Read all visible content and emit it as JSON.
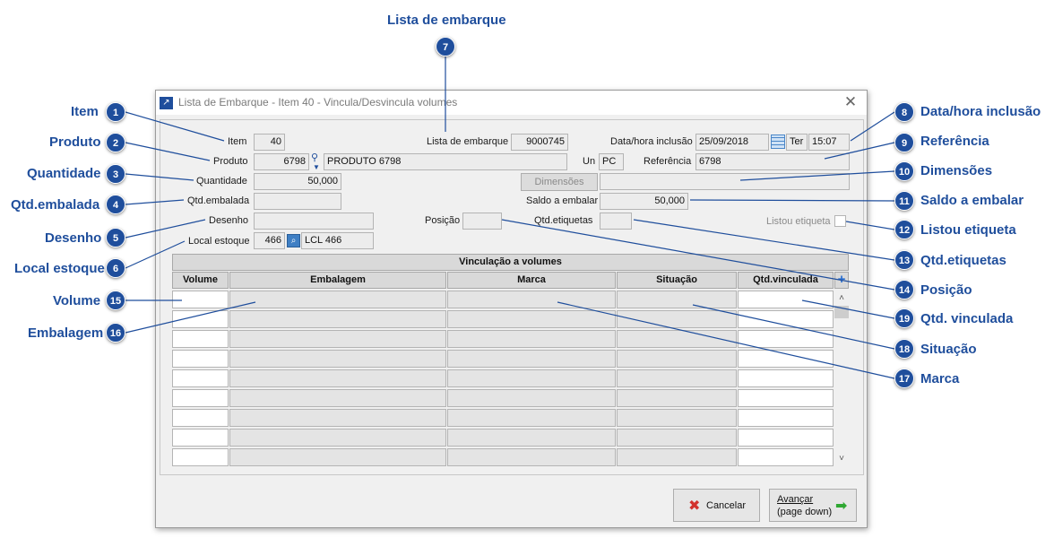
{
  "window": {
    "title": "Lista de Embarque - Item 40 - Vincula/Desvincula volumes",
    "close_glyph": "✕"
  },
  "form": {
    "item_label": "Item",
    "item_value": "40",
    "lista_label": "Lista de embarque",
    "lista_value": "9000745",
    "datahora_label": "Data/hora inclusão",
    "date_value": "25/09/2018",
    "weekday_value": "Ter",
    "time_value": "15:07",
    "produto_label": "Produto",
    "produto_code": "6798",
    "produto_desc": "PRODUTO 6798",
    "un_label": "Un",
    "un_value": "PC",
    "referencia_label": "Referência",
    "referencia_value": "6798",
    "quantidade_label": "Quantidade",
    "quantidade_value": "50,000",
    "dimensoes_button": "Dimensões",
    "qtd_embalada_label": "Qtd.embalada",
    "saldo_label": "Saldo a embalar",
    "saldo_value": "50,000",
    "desenho_label": "Desenho",
    "posicao_label": "Posição",
    "qtd_etiquetas_label": "Qtd.etiquetas",
    "listou_label": "Listou etiqueta",
    "local_label": "Local estoque",
    "local_code": "466",
    "local_desc": "LCL 466"
  },
  "grid": {
    "title": "Vinculação a volumes",
    "columns": [
      "Volume",
      "Embalagem",
      "Marca",
      "Situação",
      "Qtd.vinculada"
    ],
    "add_glyph": "+",
    "scroll_up_glyph": "˄",
    "scroll_down_glyph": "˅"
  },
  "footer": {
    "cancel_label": "Cancelar",
    "next_label_1": "Avançar",
    "next_label_2": "(page down)"
  },
  "callouts": [
    {
      "n": "1",
      "text": "Item"
    },
    {
      "n": "2",
      "text": "Produto"
    },
    {
      "n": "3",
      "text": "Quantidade"
    },
    {
      "n": "4",
      "text": "Qtd.embalada"
    },
    {
      "n": "5",
      "text": "Desenho"
    },
    {
      "n": "6",
      "text": "Local estoque"
    },
    {
      "n": "7",
      "text": "Lista de embarque"
    },
    {
      "n": "8",
      "text": "Data/hora inclusão"
    },
    {
      "n": "9",
      "text": "Referência"
    },
    {
      "n": "10",
      "text": "Dimensões"
    },
    {
      "n": "11",
      "text": "Saldo a embalar"
    },
    {
      "n": "12",
      "text": "Listou etiqueta"
    },
    {
      "n": "13",
      "text": "Qtd.etiquetas"
    },
    {
      "n": "14",
      "text": "Posição"
    },
    {
      "n": "15",
      "text": "Volume"
    },
    {
      "n": "16",
      "text": "Embalagem"
    },
    {
      "n": "17",
      "text": "Marca"
    },
    {
      "n": "18",
      "text": "Situação"
    },
    {
      "n": "19",
      "text": "Qtd. vinculada"
    }
  ],
  "colors": {
    "callout": "#1f4e9c",
    "cancel_icon": "#d2322d",
    "next_icon": "#2fa832"
  }
}
